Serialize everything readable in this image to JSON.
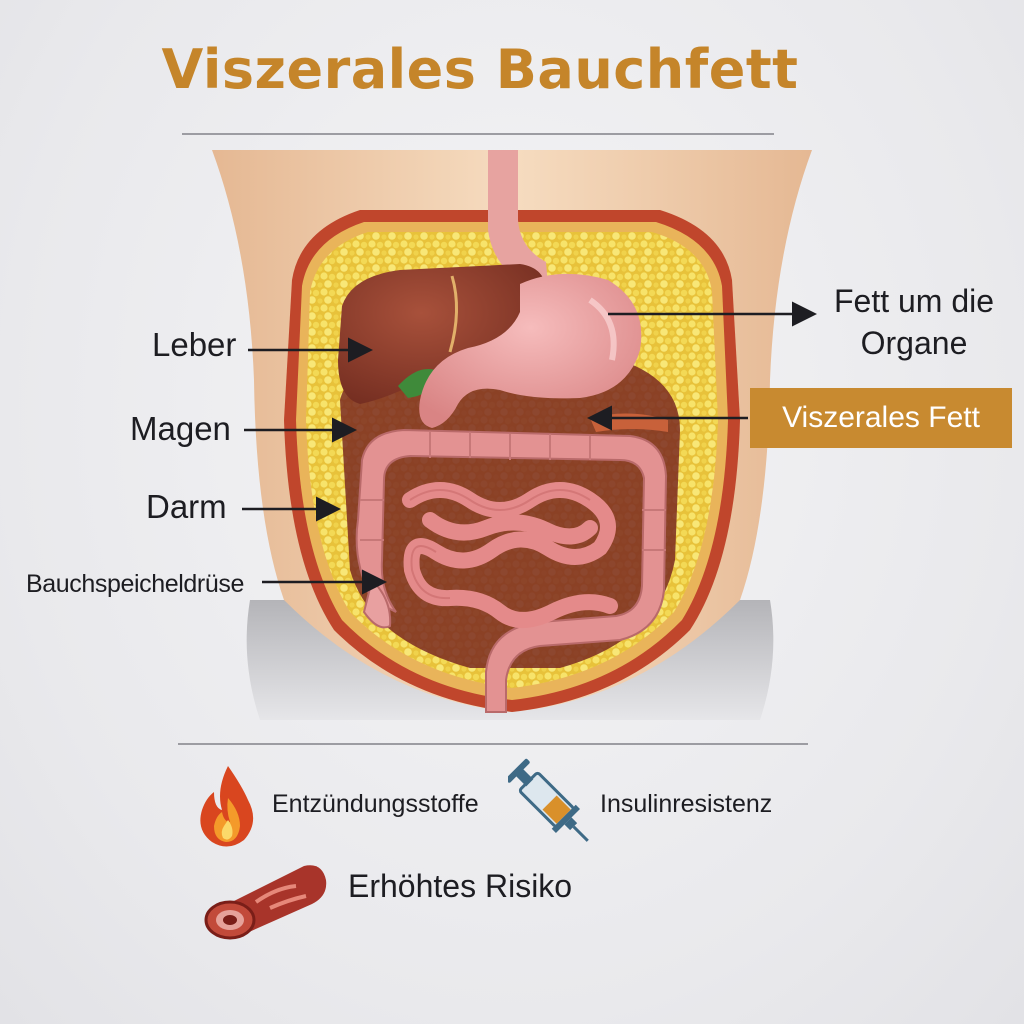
{
  "title": "Viszerales Bauchfett",
  "labels": {
    "leber": "Leber",
    "magen": "Magen",
    "darm": "Darm",
    "bauchspeicheldruese": "Bauchspeicheldrüse",
    "fett_organe_line1": "Fett um die",
    "fett_organe_line2": "Organe",
    "viszerales_fett": "Viszerales Fett"
  },
  "legend": {
    "entzuendung": "Entzündungsstoffe",
    "insulin": "Insulinresistenz",
    "risiko": "Erhöhtes Risiko"
  },
  "colors": {
    "title": "#c5852a",
    "badge": "#c88a30",
    "fat": "#f0d64a",
    "liver": "#8e3a2a",
    "stomach": "#eba0a0",
    "intestine": "#e39292",
    "skin": "#f1cfaa"
  },
  "icons": [
    "flame-icon",
    "syringe-icon",
    "blood-vessel-icon"
  ]
}
